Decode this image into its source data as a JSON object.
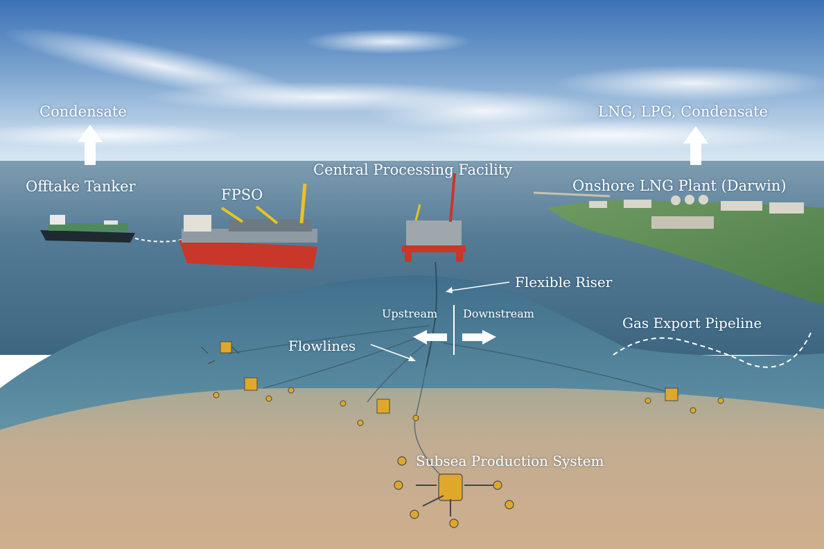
{
  "labels": {
    "condensate": "Condensate",
    "offtake_tanker": "Offtake Tanker",
    "fpso": "FPSO",
    "central_processing_facility": "Central Processing Facility",
    "lng_lpg_condensate": "LNG, LPG, Condensate",
    "onshore_lng_plant": "Onshore LNG Plant (Darwin)",
    "flexible_riser": "Flexible Riser",
    "upstream": "Upstream",
    "downstream": "Downstream",
    "flowlines": "Flowlines",
    "gas_export_pipeline": "Gas Export Pipeline",
    "subsea_production_system": "Subsea Production System"
  },
  "colors": {
    "label_text": "#ffffff",
    "sky_top": "#3f76b8",
    "sky_horizon": "#d6e6f3",
    "sea_surface": "#4d7591",
    "seafloor": "#c8ad8e",
    "hull_red": "#c9362a",
    "subsea_equipment": "#e0a82a"
  }
}
